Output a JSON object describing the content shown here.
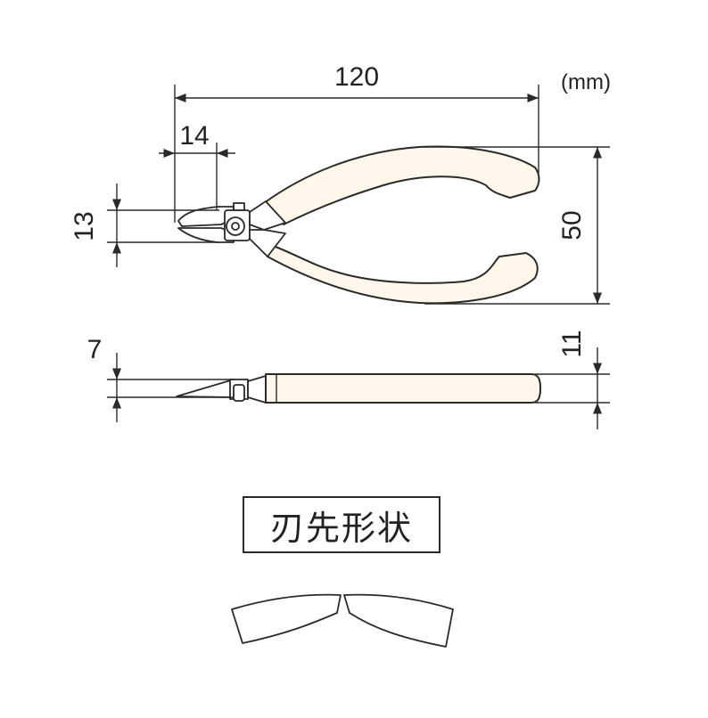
{
  "unit": "(mm)",
  "dimensions": {
    "overall_length": "120",
    "head_length": "14",
    "head_height": "13",
    "open_width": "50",
    "blade_thickness": "7",
    "handle_thickness": "11"
  },
  "blade_label": "刃先形状",
  "colors": {
    "grip_fill": "#fff8ea",
    "outline": "#2a2a2a"
  }
}
